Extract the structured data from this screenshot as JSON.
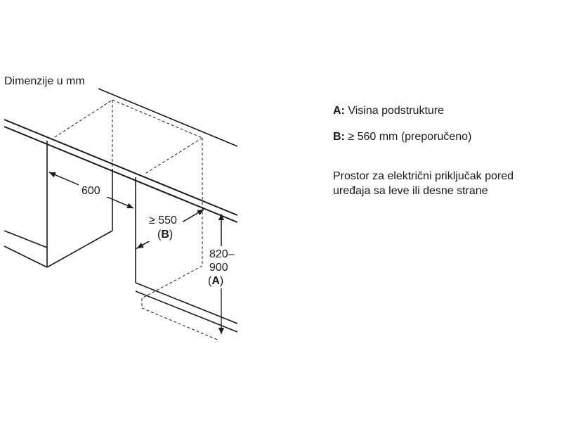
{
  "title": "Dimenzije u mm",
  "dimensions": {
    "depth": "600",
    "gap_value": "≥ 550",
    "gap_key": "B",
    "height_line1": "820–",
    "height_line2": "900",
    "height_key": "A"
  },
  "legend": {
    "a_key": "A:",
    "a_text": "Visina podstrukture",
    "b_key": "B:",
    "b_text": "≥ 560 mm (preporučeno)",
    "note_line1": "Prostor za električni priključak pored",
    "note_line2": "uređaja sa leve ili desne strane"
  }
}
